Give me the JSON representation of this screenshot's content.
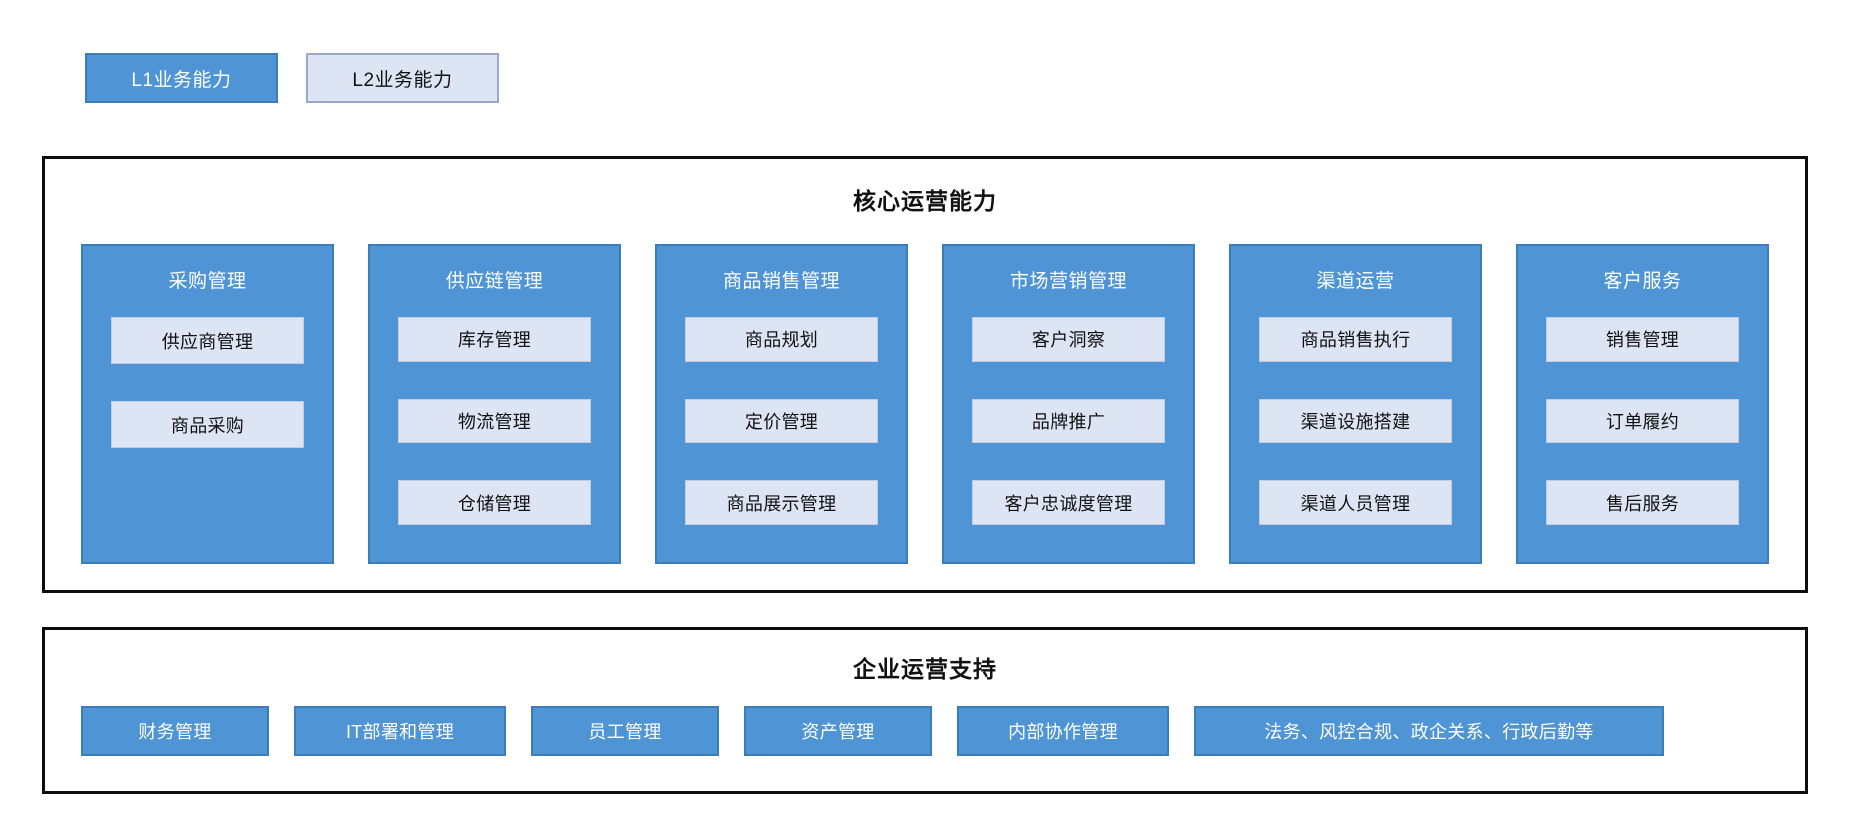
{
  "legend": {
    "l1_label": "L1业务能力",
    "l2_label": "L2业务能力",
    "l1_color": "#4f94d4",
    "l2_color": "#dde4f3"
  },
  "core_section": {
    "title": "核心运营能力",
    "columns": [
      {
        "title": "采购管理",
        "items": [
          "供应商管理",
          "商品采购"
        ]
      },
      {
        "title": "供应链管理",
        "items": [
          "库存管理",
          "物流管理",
          "仓储管理"
        ]
      },
      {
        "title": "商品销售管理",
        "items": [
          "商品规划",
          "定价管理",
          "商品展示管理"
        ]
      },
      {
        "title": "市场营销管理",
        "items": [
          "客户洞察",
          "品牌推广",
          "客户忠诚度管理"
        ]
      },
      {
        "title": "渠道运营",
        "items": [
          "商品销售执行",
          "渠道设施搭建",
          "渠道人员管理"
        ]
      },
      {
        "title": "客户服务",
        "items": [
          "销售管理",
          "订单履约",
          "售后服务"
        ]
      }
    ]
  },
  "support_section": {
    "title": "企业运营支持",
    "items": [
      "财务管理",
      "IT部署和管理",
      "员工管理",
      "资产管理",
      "内部协作管理",
      "法务、风控合规、政企关系、行政后勤等"
    ]
  }
}
